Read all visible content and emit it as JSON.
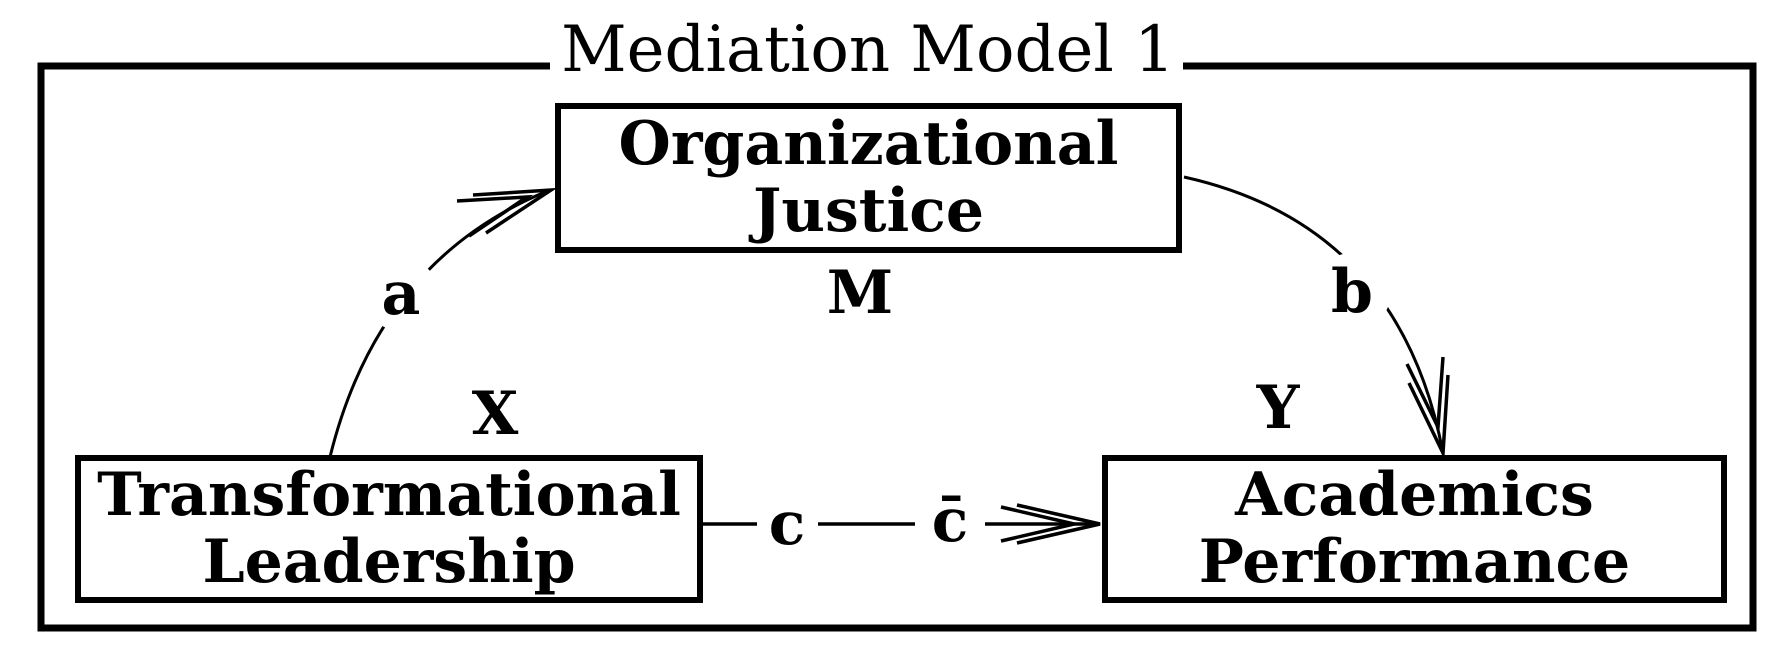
{
  "diagram": {
    "title": "Mediation Model 1",
    "background": "#ffffff",
    "ink": "#000000",
    "nodes": {
      "mediator": {
        "label_line1": "Organizational",
        "label_line2": "Justice",
        "role_letter": "M"
      },
      "independent": {
        "label_line1": "Transformational",
        "label_line2": "Leadership",
        "role_letter": "X"
      },
      "dependent": {
        "label_line1": "Academics",
        "label_line2": "Performance",
        "role_letter": "Y"
      }
    },
    "path_labels": {
      "a": "a",
      "b": "b",
      "c": "c",
      "c_prime": "c̄"
    }
  }
}
